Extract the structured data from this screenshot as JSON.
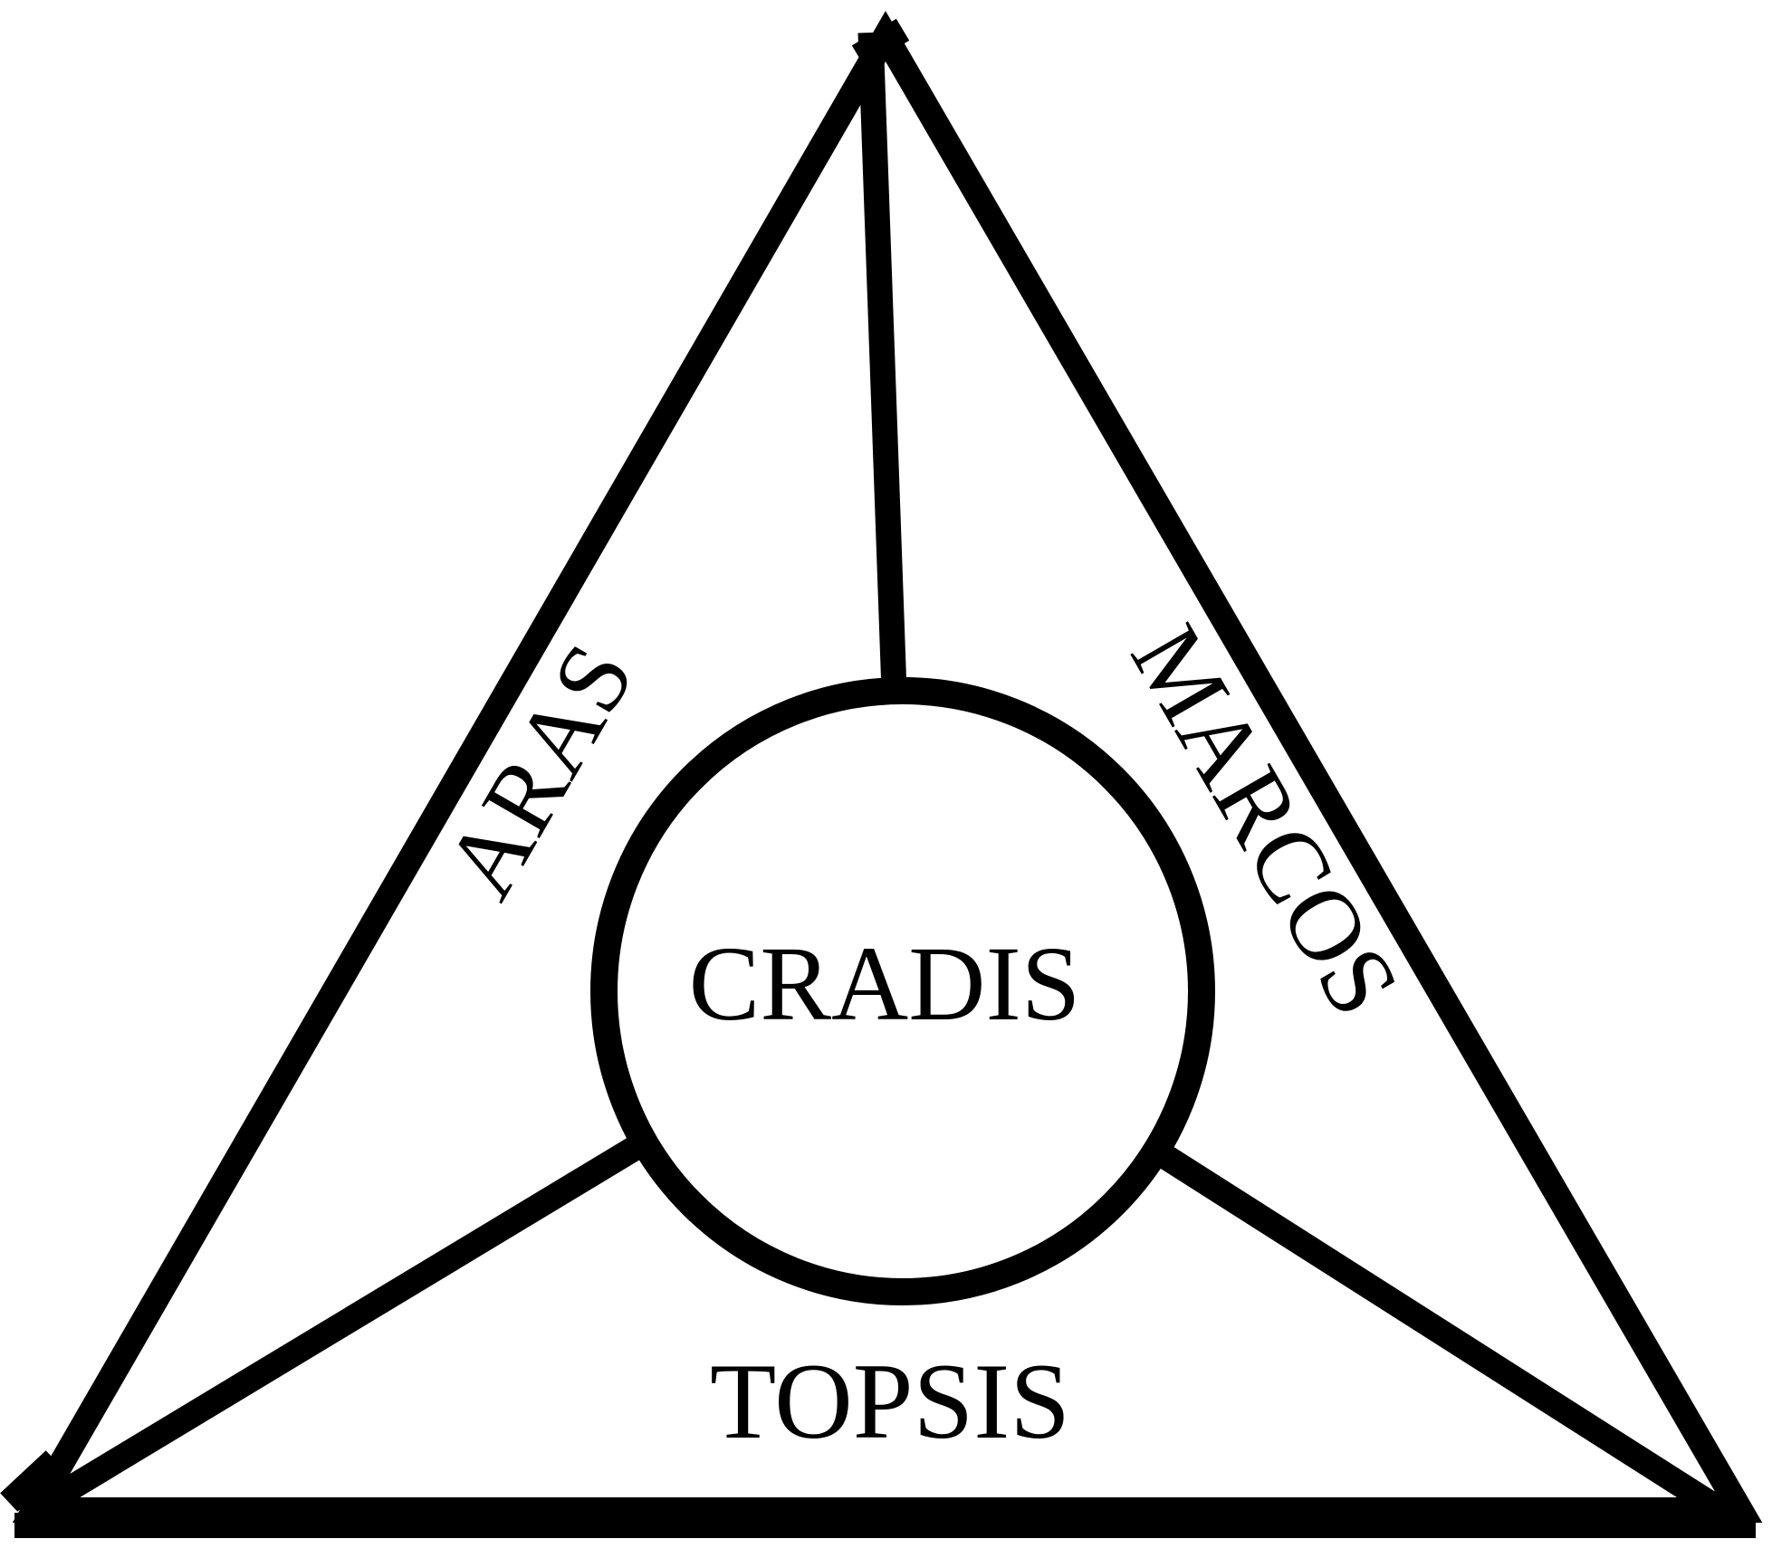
{
  "diagram": {
    "center": "CRADIS",
    "bottom": "TOPSIS",
    "left": "ARAS",
    "right": "MARCOS"
  },
  "colors": {
    "stroke": "#000000",
    "background": "#ffffff"
  }
}
